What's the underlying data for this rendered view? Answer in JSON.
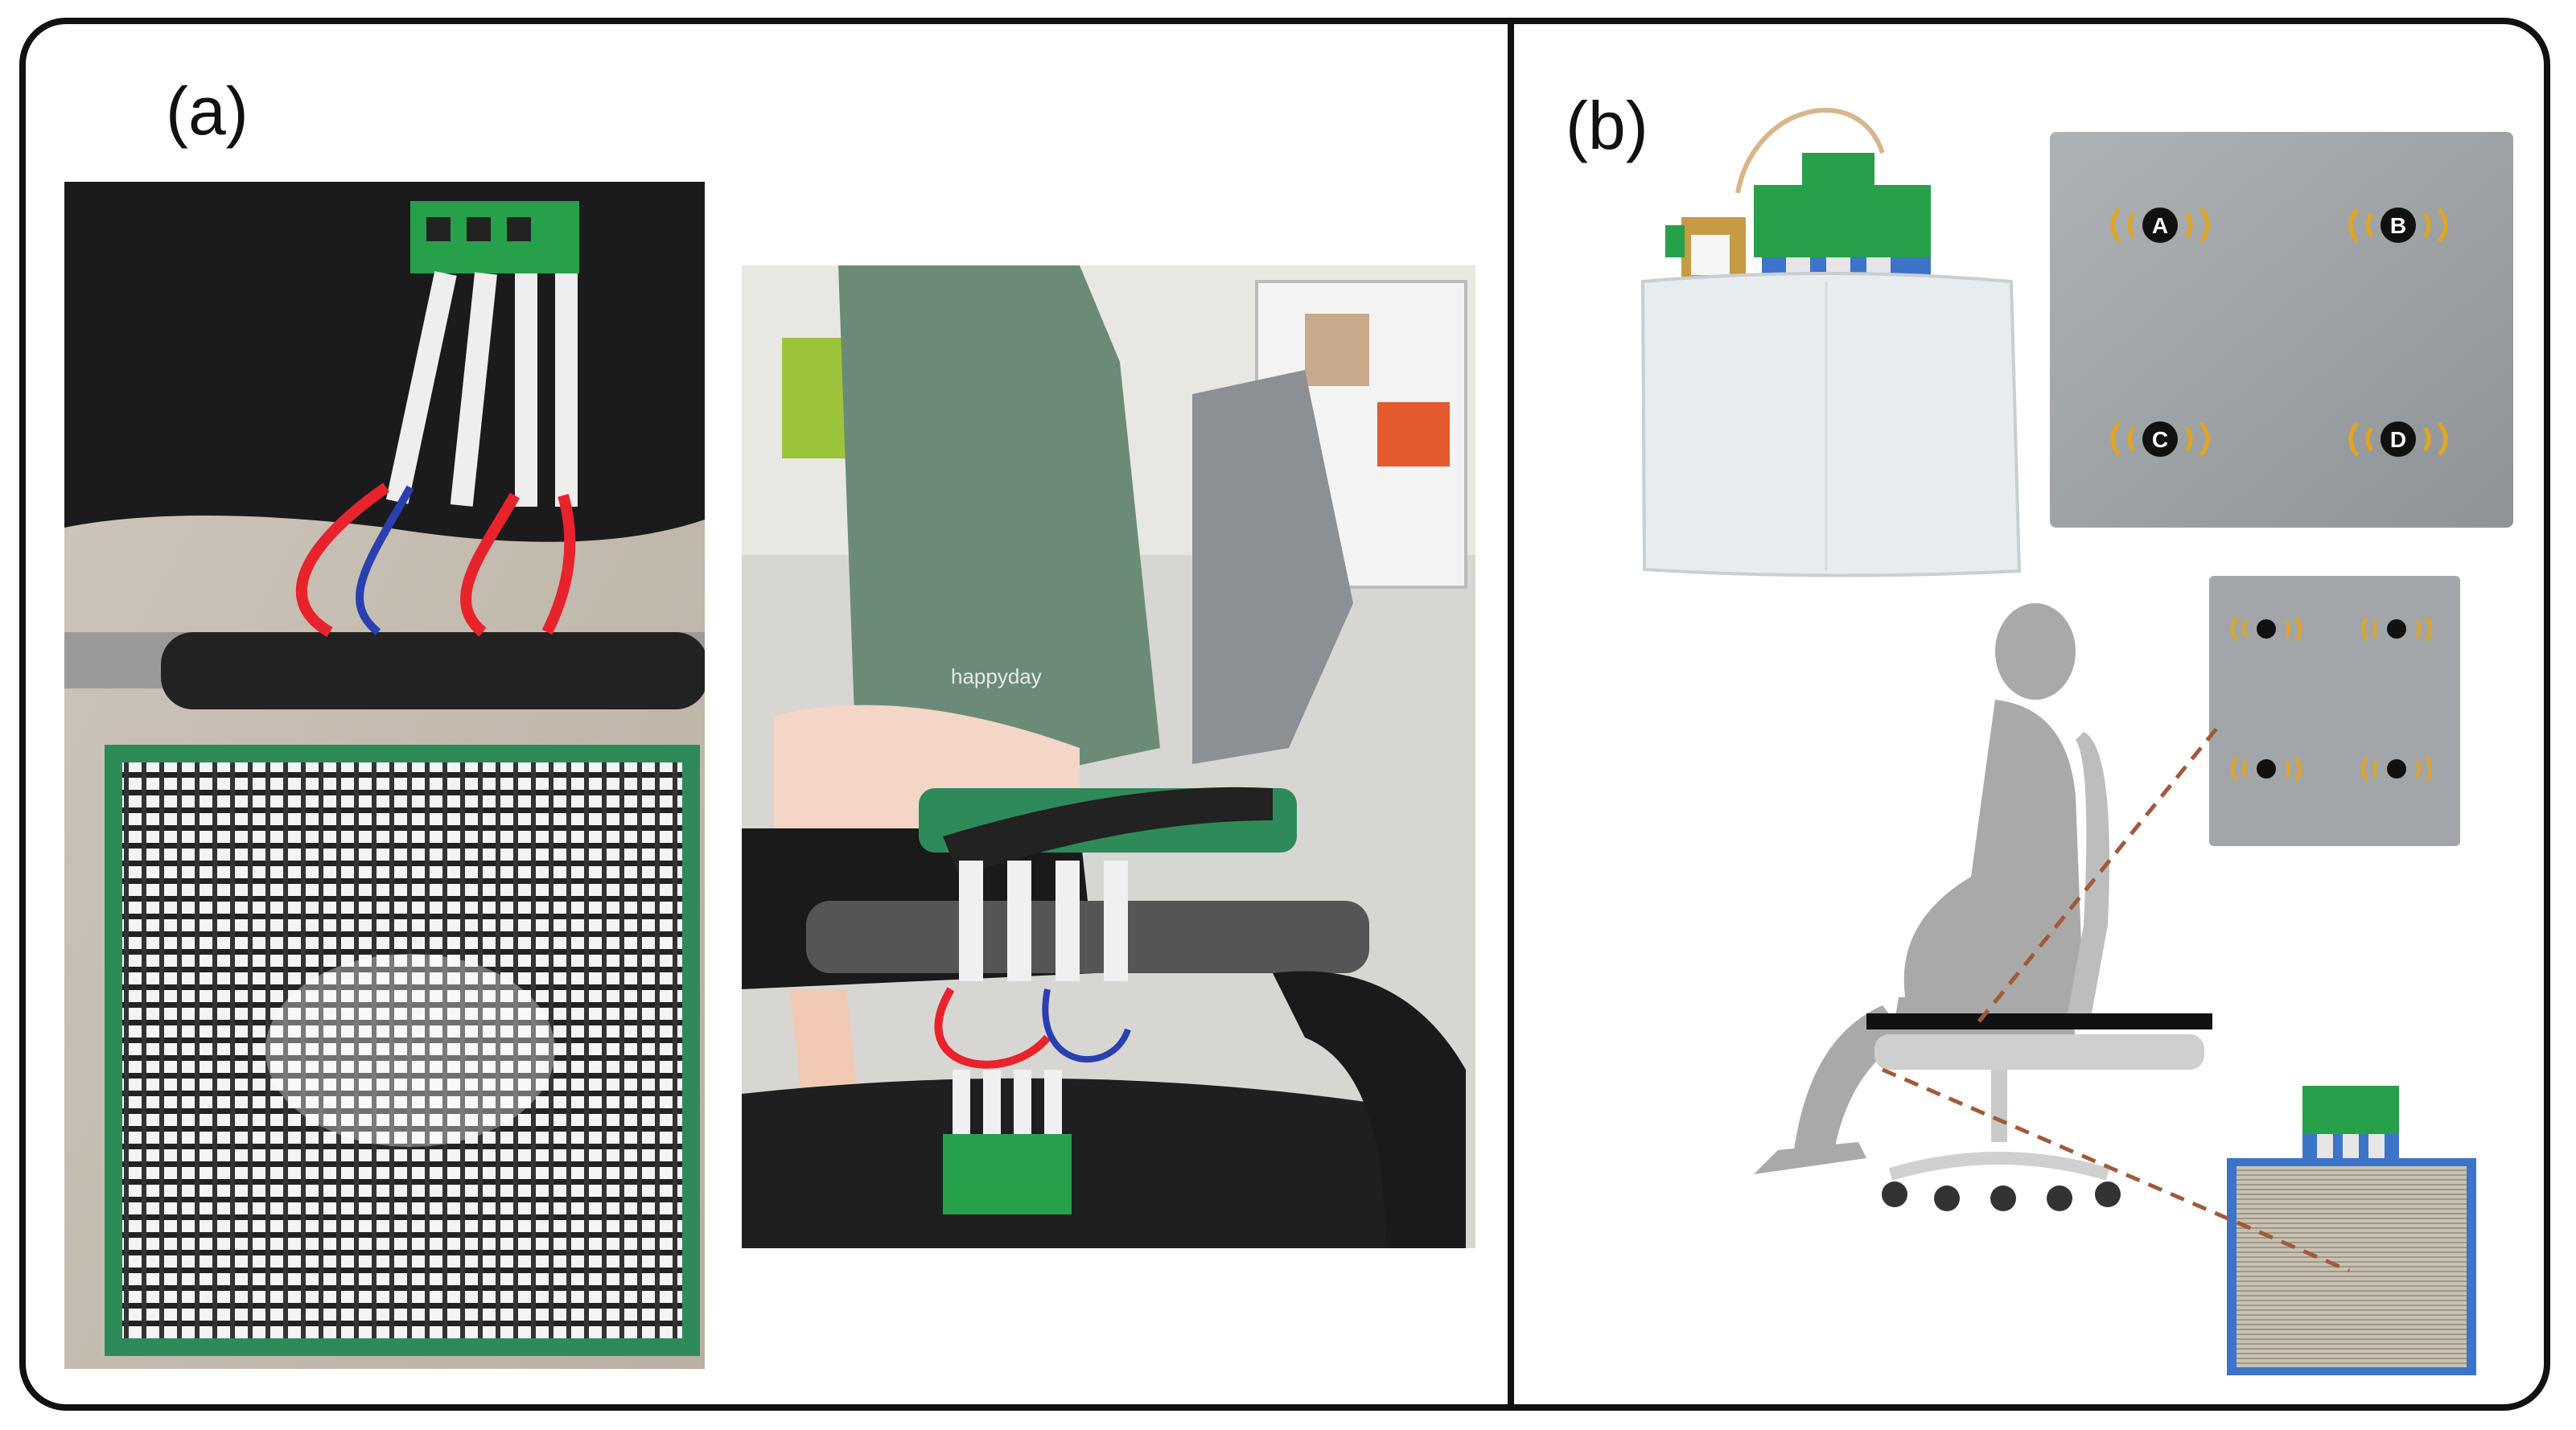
{
  "panels": {
    "a": {
      "label": "(a)"
    },
    "b": {
      "label": "(b)"
    }
  },
  "sensors": {
    "a": "A",
    "b": "B",
    "c": "C",
    "d": "D"
  },
  "shirt_print": "happyday",
  "colors": {
    "frame": "#111111",
    "mat_green": "#2f8a5a",
    "ribbon": "#f0f0f0",
    "wires_red": "#e8232c",
    "wires_blue": "#2a3fb0",
    "pcb_green": "#27a04a",
    "wave_orange": "#e3a51f",
    "sensor_gray": "#9ea3a6",
    "cushion_white": "#e9ecef",
    "silhouette": "#a9a9a9",
    "dashed_line": "#a05a3a",
    "shirt": "#6b8b78",
    "chair_gray": "#8c8f93"
  },
  "icons": [
    "sensor-dot-icon",
    "signal-wave-icon",
    "person-silhouette-icon",
    "office-chair-icon"
  ]
}
